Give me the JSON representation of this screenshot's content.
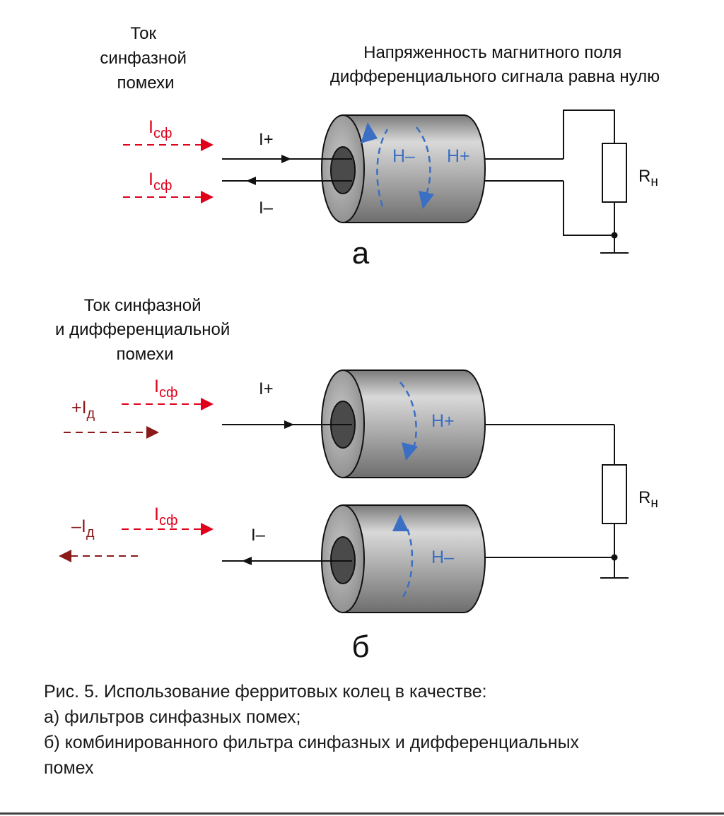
{
  "part_a": {
    "left_title": [
      "Ток",
      "синфазной",
      "помехи"
    ],
    "right_title": [
      "Напряженность магнитного поля",
      "дифференциального сигнала равна нулю"
    ],
    "icf_main": "I",
    "icf_sub": "сф",
    "i_plus": "I+",
    "i_minus": "I–",
    "h_minus": "H–",
    "h_plus": "H+",
    "r_main": "R",
    "r_sub": "н",
    "letter": "а"
  },
  "part_b": {
    "left_title": [
      "Ток синфазной",
      "и дифференциальной",
      "помехи"
    ],
    "icf_main": "I",
    "icf_sub": "сф",
    "plus_id_main": "+I",
    "minus_id_main": "–I",
    "id_sub": "д",
    "i_plus": "I+",
    "i_minus": "I–",
    "h_plus": "H+",
    "h_minus": "H–",
    "r_main": "R",
    "r_sub": "н",
    "letter": "б"
  },
  "caption": [
    "Рис. 5. Использование ферритовых колец в качестве:",
    "а) фильтров синфазных помех;",
    "б) комбинированного фильтра синфазных и дифференциальных",
    "помех"
  ],
  "colors": {
    "common_mode_red": "#e0001b",
    "differential_maroon": "#8b1a1a",
    "field_blue": "#3a6fc4",
    "ferrite_gray": "#9a9a9a"
  }
}
